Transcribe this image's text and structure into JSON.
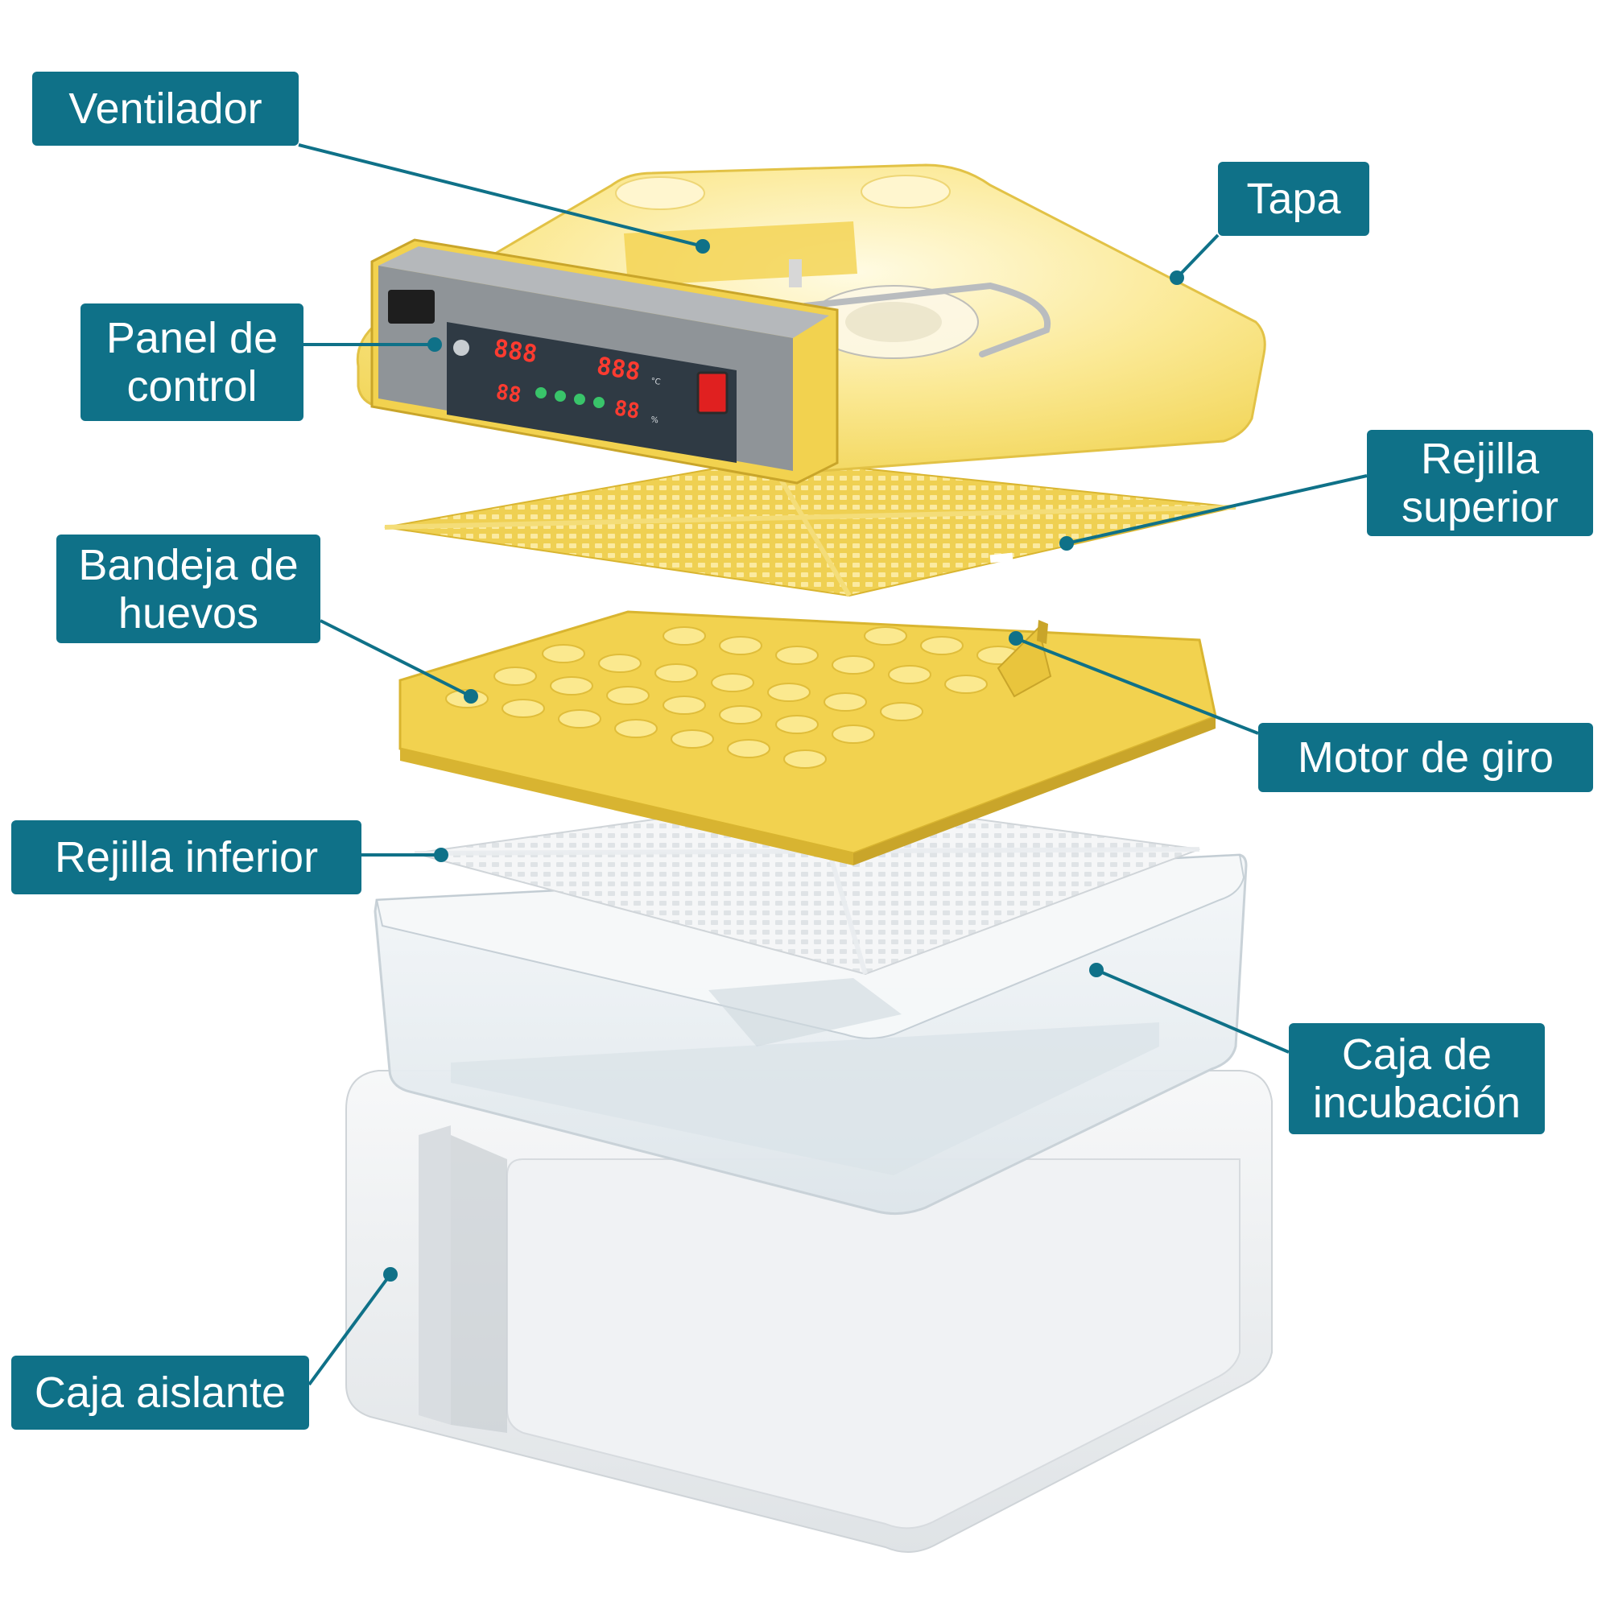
{
  "colors": {
    "label_bg": "#0f7188",
    "label_text": "#ffffff",
    "leader_line": "#0f7188",
    "lid_yellow": "#f4dd6a",
    "tray_yellow": "#f0cf46",
    "box_white": "#eceff2",
    "clear_plastic": "#e4ebef",
    "display_red": "#e02020"
  },
  "labels": {
    "ventilador": "Ventilador",
    "tapa": "Tapa",
    "panel": "Panel de\ncontrol",
    "rejilla_superior": "Rejilla\nsuperior",
    "bandeja": "Bandeja de\nhuevos",
    "motor": "Motor de giro",
    "rejilla_inferior": "Rejilla inferior",
    "caja_incubacion": "Caja de\nincubación",
    "caja_aislante": "Caja aislante"
  },
  "control_panel": {
    "display_main": "888",
    "display_temp": "888",
    "display_small_left": "88",
    "display_small_right": "88",
    "unit_temp": "°C",
    "unit_humidity": "%"
  }
}
